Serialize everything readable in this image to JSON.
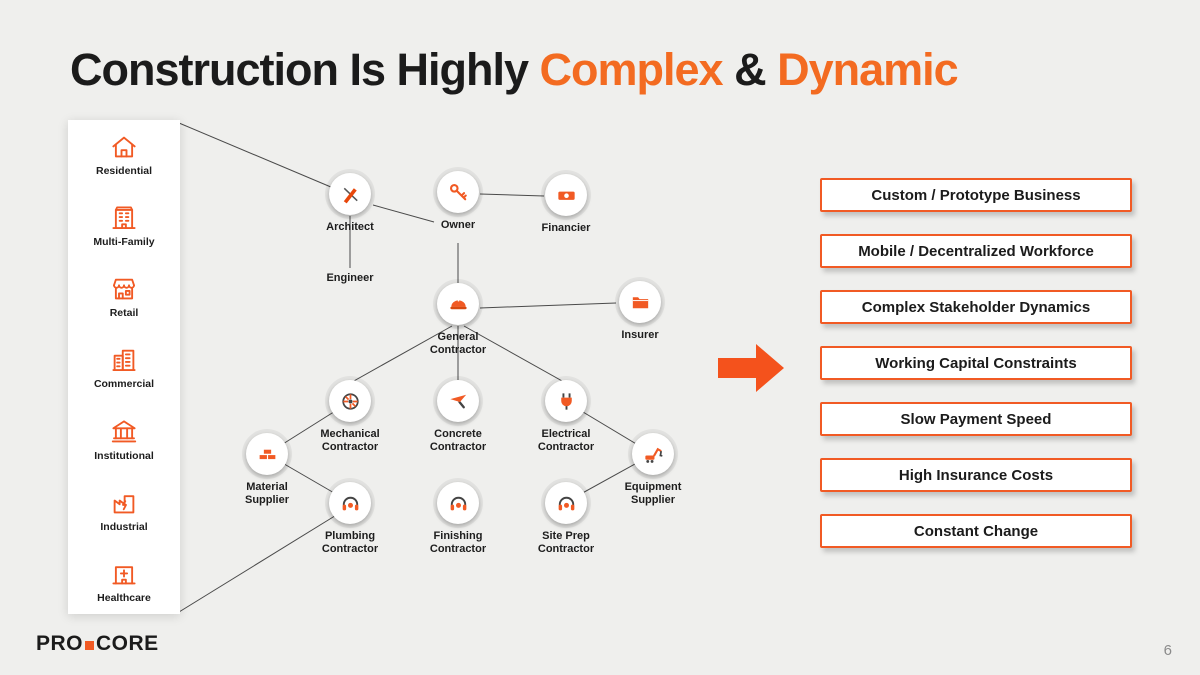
{
  "title": {
    "black1": "Construction Is Highly ",
    "orange1": "Complex",
    "amp": " & ",
    "orange2": "Dynamic"
  },
  "sidebar": {
    "items": [
      {
        "label": "Residential",
        "icon": "house-icon"
      },
      {
        "label": "Multi-Family",
        "icon": "apartment-icon"
      },
      {
        "label": "Retail",
        "icon": "storefront-icon"
      },
      {
        "label": "Commercial",
        "icon": "office-building-icon"
      },
      {
        "label": "Institutional",
        "icon": "bank-icon"
      },
      {
        "label": "Industrial",
        "icon": "factory-icon"
      },
      {
        "label": "Healthcare",
        "icon": "hospital-icon"
      }
    ]
  },
  "diagram": {
    "nodes": {
      "architect": "Architect",
      "owner": "Owner",
      "financier": "Financier",
      "engineer": "Engineer",
      "general_contractor": "General Contractor",
      "insurer": "Insurer",
      "mechanical": "Mechanical Contractor",
      "concrete": "Concrete Contractor",
      "electrical": "Electrical Contractor",
      "material": "Material Supplier",
      "equipment": "Equipment Supplier",
      "plumbing": "Plumbing Contractor",
      "finishing": "Finishing Contractor",
      "siteprep": "Site Prep Contractor"
    }
  },
  "callouts": [
    "Custom / Prototype Business",
    "Mobile / Decentralized Workforce",
    "Complex Stakeholder Dynamics",
    "Working Capital Constraints",
    "Slow Payment Speed",
    "High Insurance Costs",
    "Constant Change"
  ],
  "footer": {
    "logo_pre": "PRO",
    "logo_post": "CORE",
    "page_number": "6"
  },
  "colors": {
    "orange": "#F15A24",
    "title_orange": "#F36B21",
    "background": "#EFEFED"
  }
}
